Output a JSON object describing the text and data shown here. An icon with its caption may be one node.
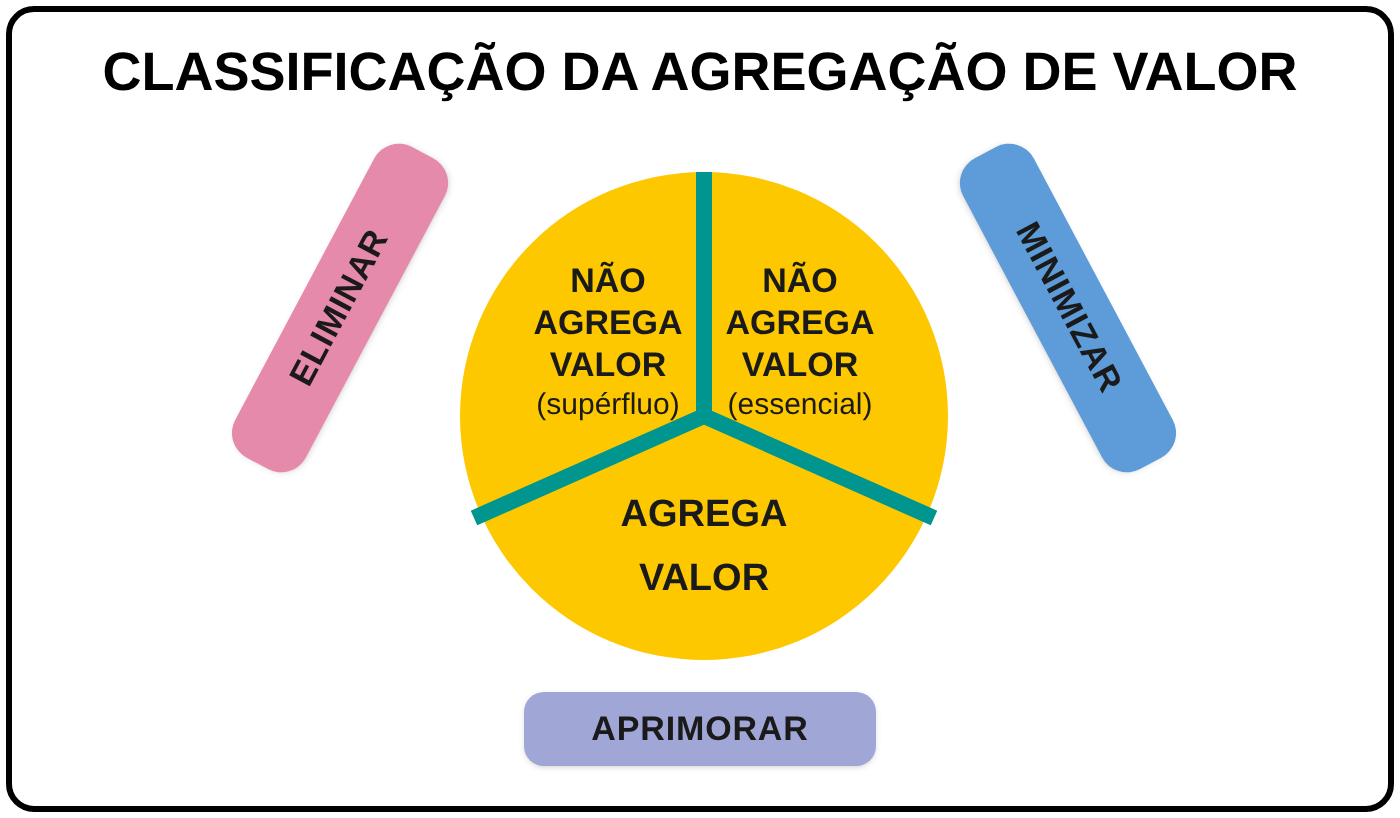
{
  "diagram": {
    "title": "CLASSIFICAÇÃO DA AGREGAÇÃO DE VALOR",
    "nodes": [
      {
        "text": [],
        "shape": "circle"
      },
      {
        "text": [
          "NÃO AGREGA VALOR",
          "(supérfluo)"
        ],
        "in": 0
      },
      {
        "text": [
          "NÃO AGREGA VALOR",
          "(essencial)"
        ],
        "in": 0
      },
      {
        "text": [
          "AGREGA VALOR"
        ],
        "in": 0
      },
      {
        "text": [
          "ELIMINAR"
        ]
      },
      {
        "text": [
          "MINIMIZAR"
        ]
      },
      {
        "text": [
          "APRIMORAR"
        ]
      }
    ]
  }
}
